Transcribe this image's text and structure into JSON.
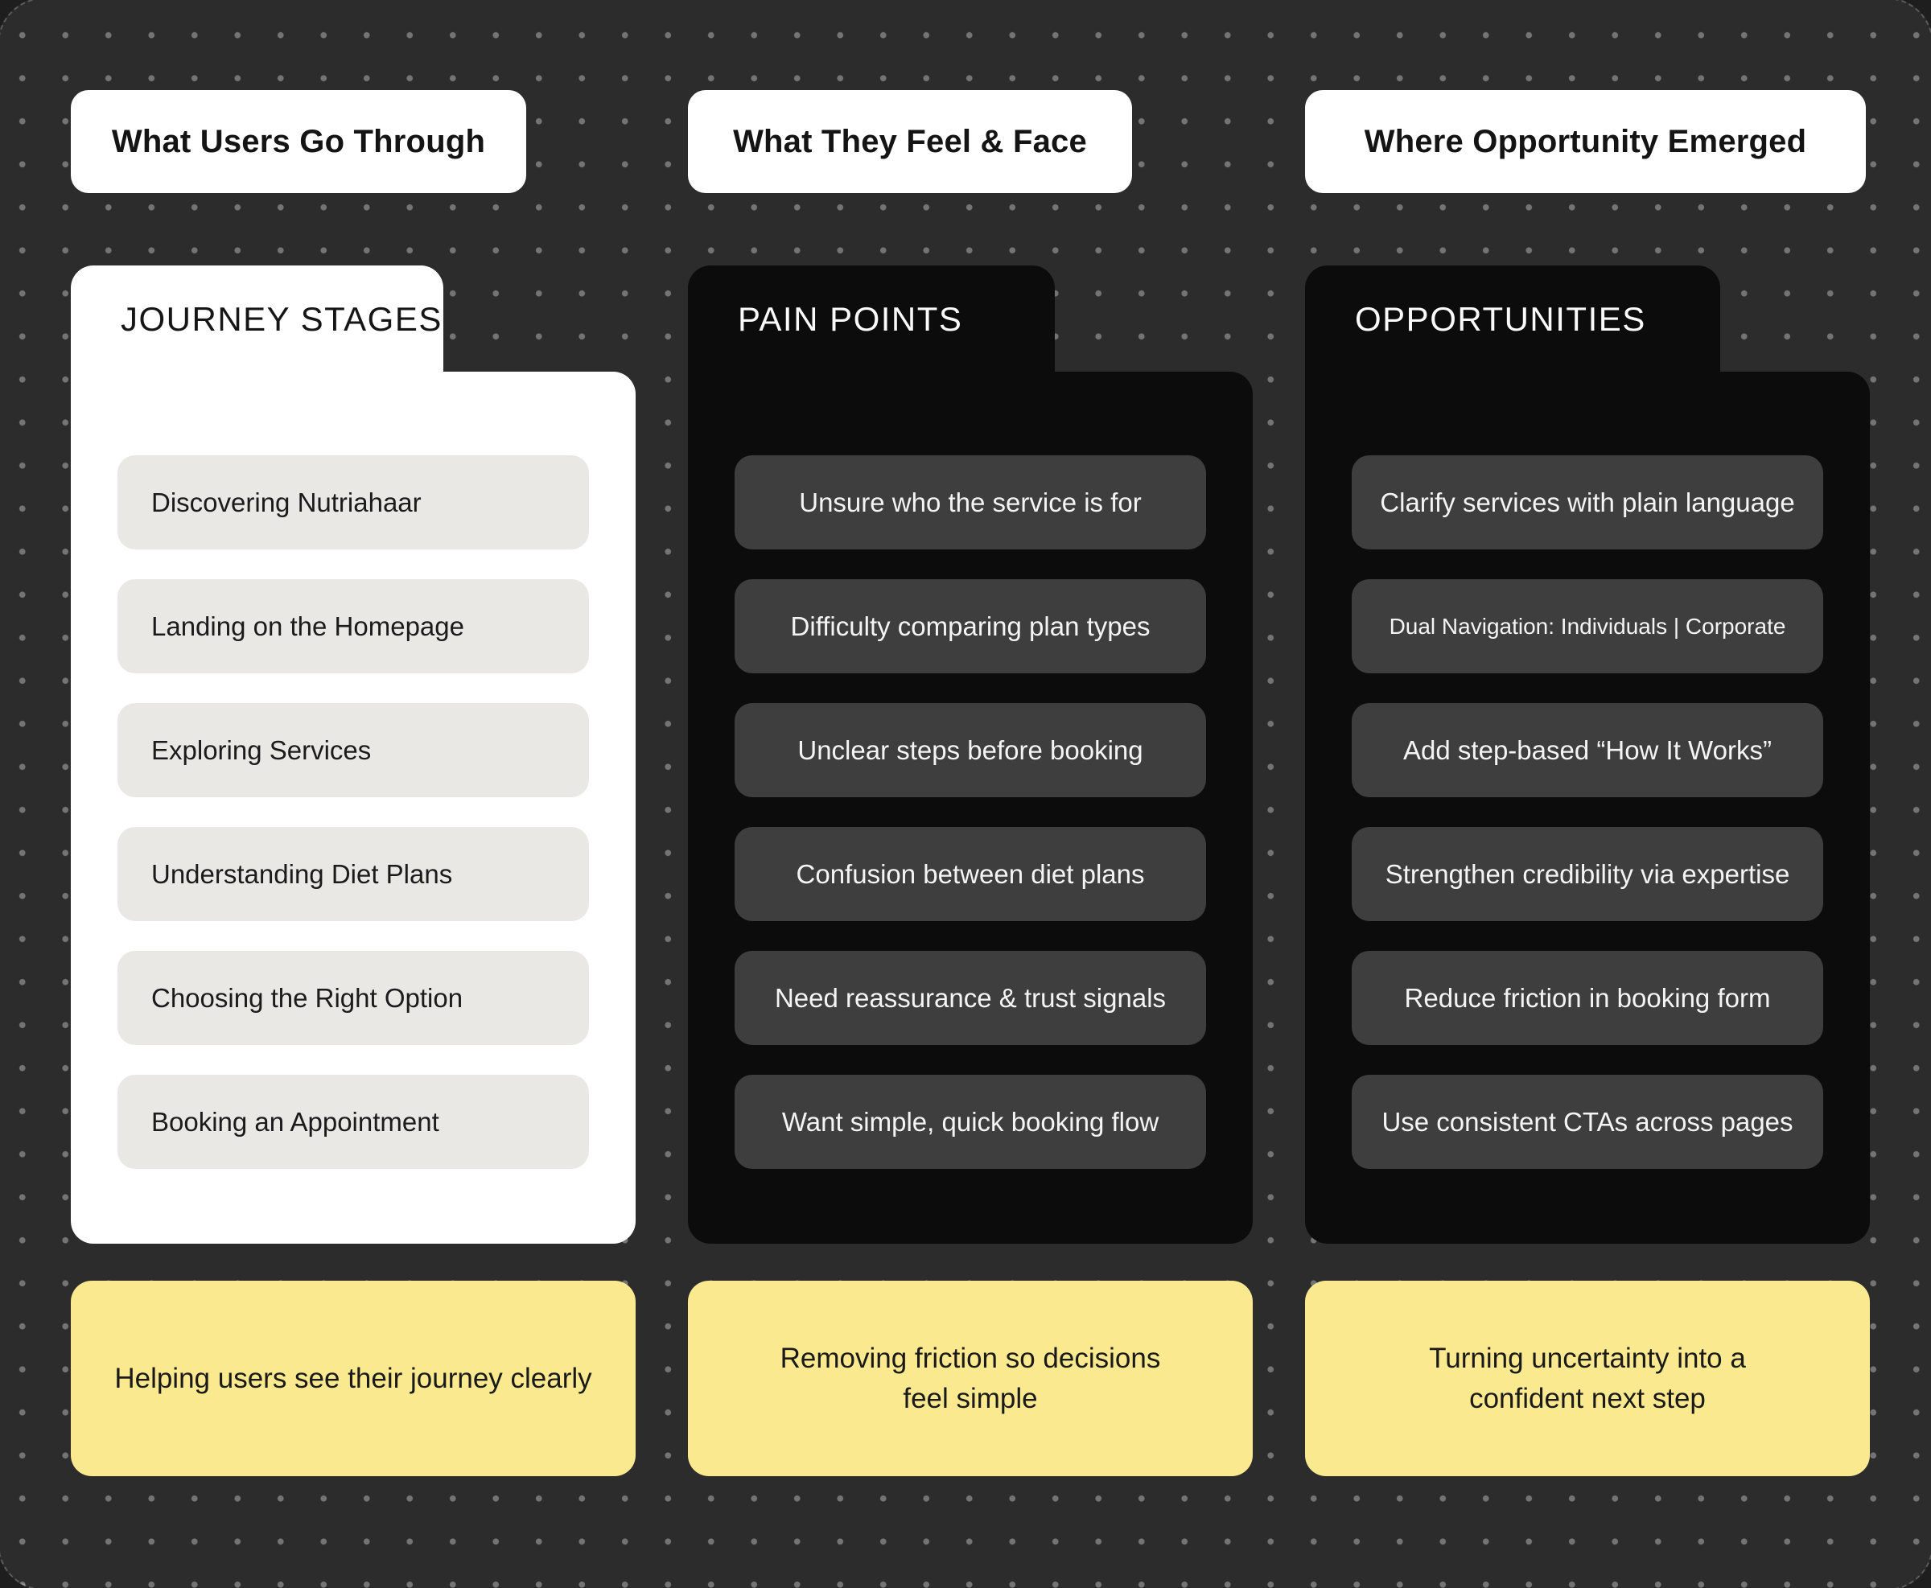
{
  "board": {
    "columns": [
      {
        "header": "What Users Go Through",
        "tab_label": "JOURNEY STAGES",
        "items": [
          "Discovering Nutriahaar",
          "Landing on the Homepage",
          "Exploring Services",
          "Understanding Diet Plans",
          "Choosing the Right Option",
          "Booking an Appointment"
        ],
        "summary": "Helping users see their journey clearly"
      },
      {
        "header": "What They Feel & Face",
        "tab_label": "PAIN POINTS",
        "items": [
          "Unsure who the service is for",
          "Difficulty comparing plan types",
          "Unclear steps before booking",
          "Confusion between diet plans",
          "Need reassurance & trust signals",
          "Want simple, quick booking flow"
        ],
        "summary": "Removing friction so decisions feel simple"
      },
      {
        "header": "Where Opportunity Emerged",
        "tab_label": "OPPORTUNITIES",
        "items": [
          "Clarify services with plain language",
          "Dual Navigation: Individuals | Corporate",
          "Add step-based “How It Works”",
          "Strengthen credibility via expertise",
          "Reduce friction in booking form",
          "Use consistent CTAs across pages"
        ],
        "summary": "Turning uncertainty into a confident next step"
      }
    ],
    "palette": {
      "canvas_background": "#2c2c2c",
      "card_dark": "#0c0c0c",
      "card_light": "#ffffff",
      "pill_dark": "#3e3e3e",
      "pill_light": "#e9e8e5",
      "summary_yellow": "#fae98f"
    }
  }
}
